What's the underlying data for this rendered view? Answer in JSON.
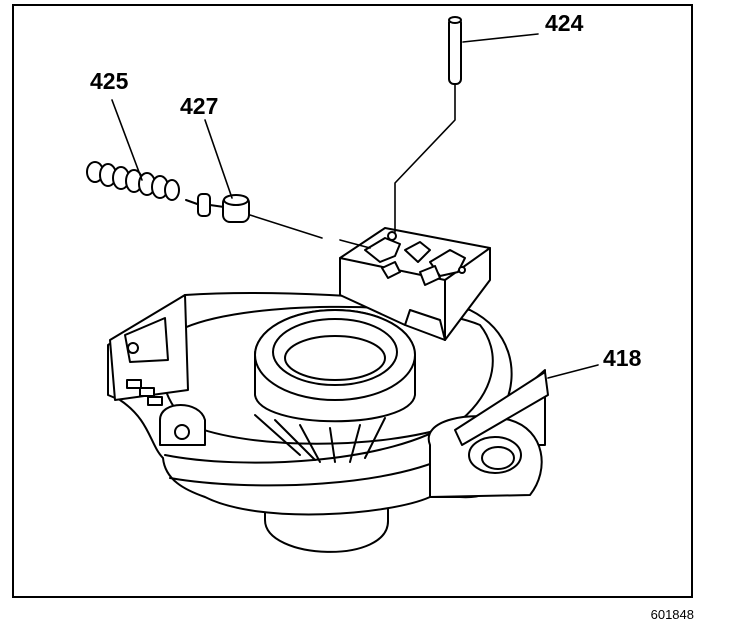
{
  "figure": {
    "id_number": "601848",
    "callouts": [
      {
        "key": "pin",
        "label": "424"
      },
      {
        "key": "spring",
        "label": "425"
      },
      {
        "key": "valve",
        "label": "427"
      },
      {
        "key": "housing",
        "label": "418"
      }
    ]
  }
}
